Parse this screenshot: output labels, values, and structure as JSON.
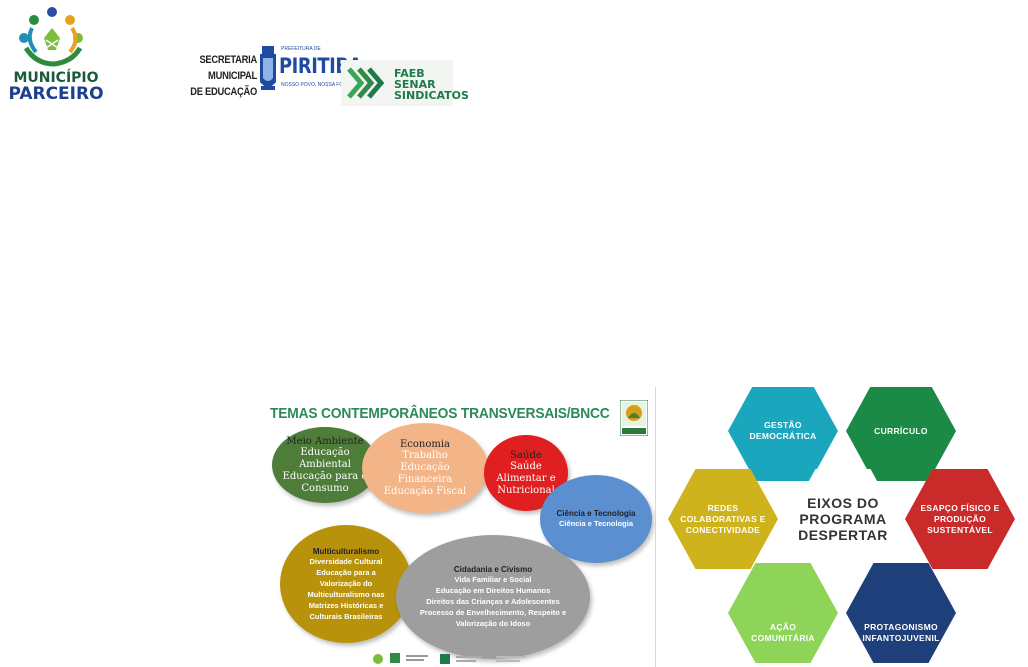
{
  "header": {
    "municipio_line1": "MUNICÍPIO",
    "municipio_line2": "PARCEIRO",
    "secretaria_line1": "SECRETARIA MUNICIPAL",
    "secretaria_line2": "DE EDUCAÇÃO",
    "prefeitura_small": "PREFEITURA DE",
    "piritiba": "PIRITIBA",
    "piritiba_tagline": "NOSSO POVO, NOSSA FORÇA",
    "faeb_line1": "FAEB",
    "faeb_line2": "SENAR",
    "faeb_line3": "SINDICATOS"
  },
  "temas": {
    "title": "TEMAS CONTEMPORÂNEOS TRANSVERSAIS/BNCC",
    "meio": {
      "title": "Meio Ambiente",
      "lines": [
        "Educação",
        "Ambiental",
        "Educação para o",
        "Consumo"
      ]
    },
    "economia": {
      "title": "Economia",
      "lines": [
        "Trabalho",
        "Educação",
        "Financeira",
        "Educação Fiscal"
      ]
    },
    "saude": {
      "title": "Saúde",
      "lines": [
        "Saúde",
        "Alimentar e",
        "Nutricional"
      ]
    },
    "ciencia": {
      "title": "Ciência e Tecnologia",
      "lines": [
        "Ciência e Tecnologia"
      ]
    },
    "multi": {
      "title": "Multiculturalismo",
      "lines": [
        "Diversidade Cultural",
        "Educação para a",
        "Valorização do",
        "Multiculturalismo nas",
        "Matrizes Históricas e",
        "Culturais Brasileiras"
      ]
    },
    "cidadania": {
      "title": "Cidadania e Civismo",
      "lines": [
        "Vida Familiar e Social",
        "Educação em Direitos Humanos",
        "Direitos das Crianças e Adolescentes",
        "Processo de Envelhecimento, Respeito e",
        "Valorização do Idoso"
      ]
    }
  },
  "eixos": {
    "center_line1": "EIXOS DO",
    "center_line2": "PROGRAMA",
    "center_line3": "DESPERTAR",
    "gestao": [
      "GESTÃO",
      "DEMOCRÁTICA"
    ],
    "curriculo": [
      "CURRÍCULO"
    ],
    "redes": [
      "REDES",
      "COLABORATIVAS E",
      "CONECTIVIDADE"
    ],
    "espaco": [
      "ESAPÇO FÍSICO E",
      "PRODUÇÃO",
      "SUSTENTÁVEL"
    ],
    "acao": [
      "AÇÃO",
      "COMUNITÁRIA"
    ],
    "protagonismo": [
      "PROTAGONISMO",
      "INFANTOJUVENIL"
    ]
  },
  "colors": {
    "municipio_green": "#1a5a3a",
    "municipio_blue": "#1d3f8f",
    "piritiba_blue": "#1f4ba0",
    "faeb_green": "#1d7a4a",
    "temas_title": "#2a8a5a"
  }
}
